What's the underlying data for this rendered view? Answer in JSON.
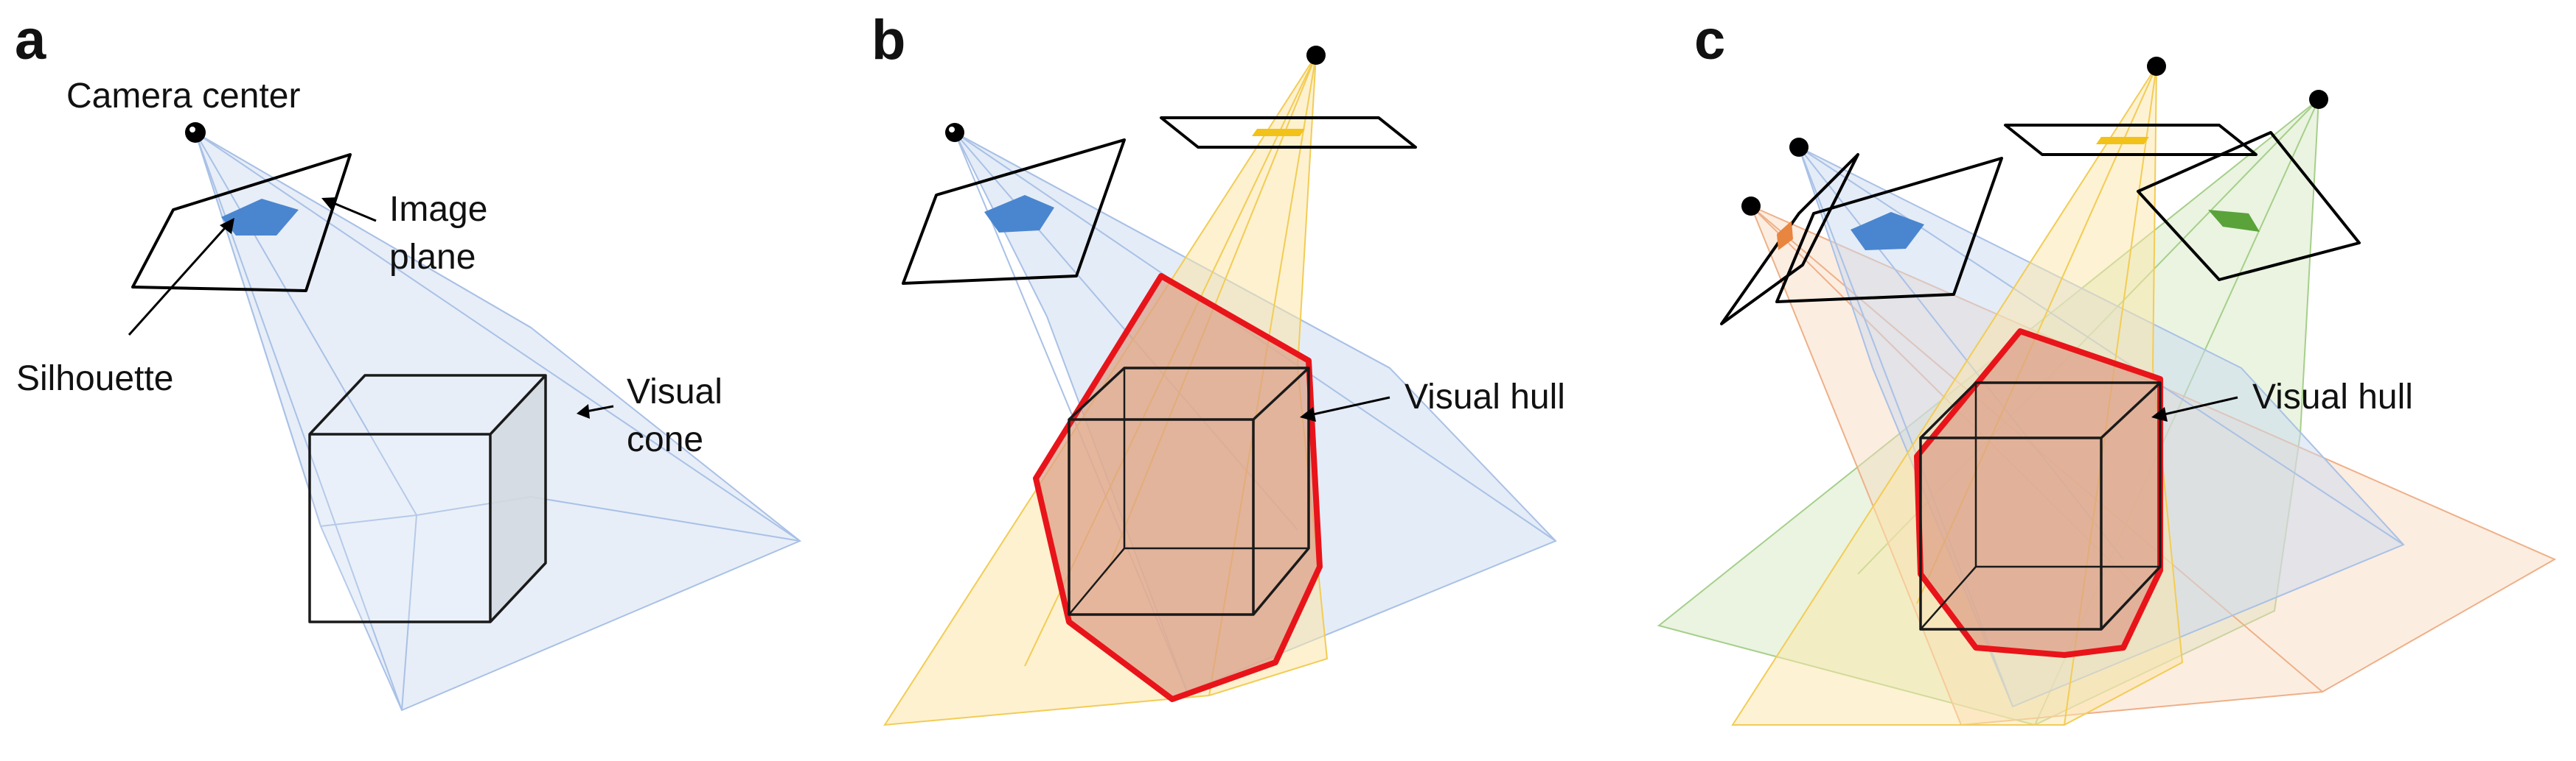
{
  "panels": {
    "a": {
      "letter": "a",
      "camera_center": "Camera center",
      "image_plane_line1": "Image",
      "image_plane_line2": "plane",
      "silhouette": "Silhouette",
      "visual_cone_line1": "Visual",
      "visual_cone_line2": "cone"
    },
    "b": {
      "letter": "b",
      "visual_hull": "Visual hull"
    },
    "c": {
      "letter": "c",
      "visual_hull": "Visual hull"
    }
  },
  "colors": {
    "blue_cone": "#c9d9f0",
    "blue_line": "#a9c1e6",
    "blue_silhouette": "#4a86cf",
    "yellow_cone": "#fbe6a8",
    "yellow_line": "#f2cc55",
    "yellow_silhouette": "#f2c218",
    "green_cone": "#d5e9c4",
    "green_line": "#a6cf8a",
    "green_silhouette": "#5aa33a",
    "orange_cone": "#f8d6bd",
    "orange_line": "#eeb088",
    "orange_silhouette": "#e8853f",
    "hull_fill": "#dca088",
    "hull_outline": "#e8141a"
  }
}
